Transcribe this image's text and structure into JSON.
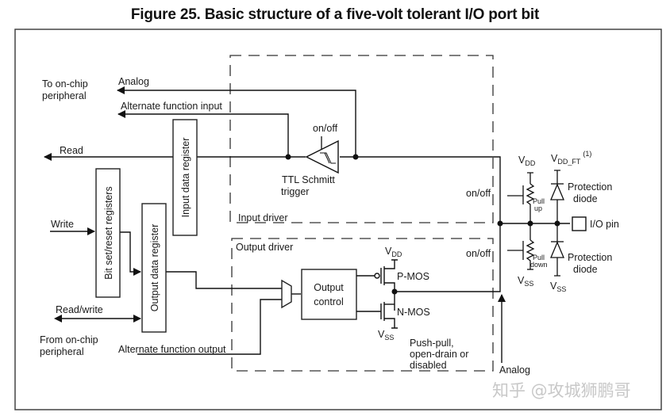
{
  "figure": {
    "title": "Figure 25. Basic structure of a five-volt tolerant I/O port bit"
  },
  "labels": {
    "to_on_chip_line1": "To on-chip",
    "to_on_chip_line2": "peripheral",
    "analog_top": "Analog",
    "alt_func_input": "Alternate function input",
    "read": "Read",
    "write": "Write",
    "read_write": "Read/write",
    "from_on_chip_line1": "From on-chip",
    "from_on_chip_line2": "peripheral",
    "alt_func_output": "Alternate function output",
    "analog_bottom": "Analog"
  },
  "blocks": {
    "input_data_register": "Input data register",
    "bit_set_reset_registers": "Bit set/reset registers",
    "output_data_register": "Output data register",
    "output_control_line1": "Output",
    "output_control_line2": "control"
  },
  "input_driver": {
    "label": "Input driver",
    "schmitt_onoff": "on/off",
    "schmitt_line1": "TTL Schmitt",
    "schmitt_line2": "trigger",
    "pullup_onoff": "on/off"
  },
  "output_driver": {
    "label": "Output driver",
    "vdd_main": "V",
    "vdd_sub": "DD",
    "pmos": "P-MOS",
    "nmos": "N-MOS",
    "vss_main": "V",
    "vss_sub": "SS",
    "mode_line1": "Push-pull,",
    "mode_line2": "open-drain or",
    "mode_line3": "disabled",
    "pulldown_onoff": "on/off"
  },
  "pin_section": {
    "vdd_main": "V",
    "vdd_sub": "DD",
    "vdd_ft_main": "V",
    "vdd_ft_sub": "DD_FT",
    "vdd_ft_note": "(1)",
    "pull_up_line1": "Pull",
    "pull_up_line2": "up",
    "pull_down_line1": "Pull",
    "pull_down_line2": "down",
    "protection_top_line1": "Protection",
    "protection_top_line2": "diode",
    "protection_bottom_line1": "Protection",
    "protection_bottom_line2": "diode",
    "io_pin": "I/O pin",
    "vss_left_main": "V",
    "vss_left_sub": "SS",
    "vss_right_main": "V",
    "vss_right_sub": "SS"
  },
  "watermark": "知乎 @攻城狮鹏哥"
}
